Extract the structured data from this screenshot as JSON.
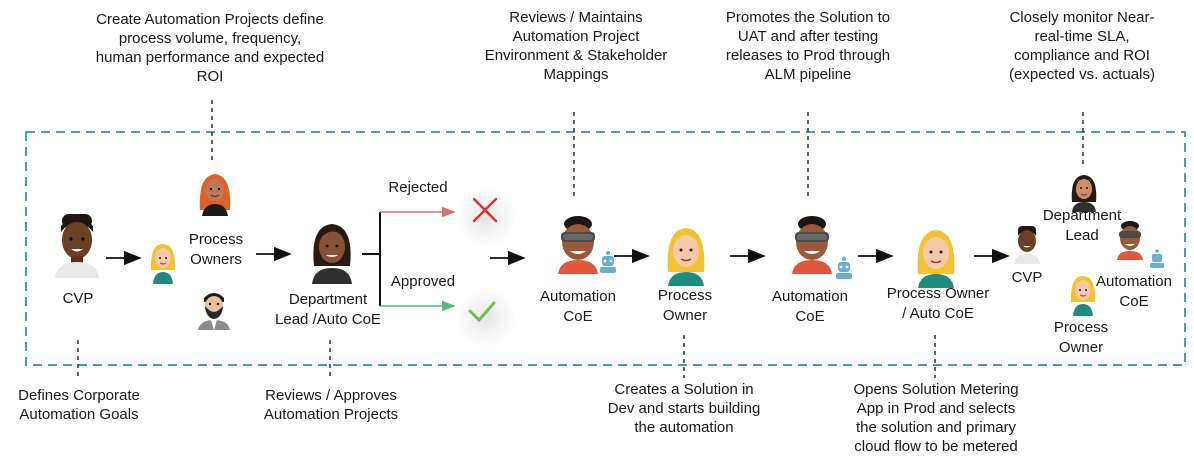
{
  "top_notes": {
    "process_owners": "Create Automation Projects define\nprocess volume, frequency,\nhuman performance and expected\nROI",
    "coe_review": "Reviews / Maintains\nAutomation Project\nEnvironment & Stakeholder\nMappings",
    "promote": "Promotes the Solution to\nUAT and after testing\nreleases to Prod through\nALM pipeline",
    "monitor": "Closely monitor Near-\nreal-time SLA,\ncompliance and ROI\n(expected vs. actuals)"
  },
  "bottom_notes": {
    "cvp": "Defines Corporate\nAutomation Goals",
    "dept_lead": "Reviews / Approves\nAutomation Projects",
    "process_owner": "Creates a Solution in\nDev and starts building\nthe automation",
    "metering": "Opens Solution Metering\nApp in Prod and selects\nthe solution and primary\ncloud flow to be metered"
  },
  "actors": {
    "cvp": "CVP",
    "process_owners": "Process\nOwners",
    "dept_lead_coe": "Department\nLead  /Auto CoE",
    "automation_coe_1": "Automation\nCoE",
    "process_owner": "Process\nOwner",
    "automation_coe_2": "Automation\nCoE",
    "process_owner_coe": "Process Owner\n/ Auto CoE",
    "cvp_final": "CVP",
    "dept_lead_final": "Department\nLead",
    "automation_coe_final": "Automation\nCoE",
    "process_owner_final": "Process\nOwner"
  },
  "decisions": {
    "rejected": "Rejected",
    "approved": "Approved"
  },
  "colors": {
    "dashed_border": "#3a9fd8",
    "rejected_arrow": "#d9706a",
    "approved_arrow": "#5cb87a",
    "reject_mark": "#e0302b",
    "approve_mark": "#6cc04a"
  }
}
